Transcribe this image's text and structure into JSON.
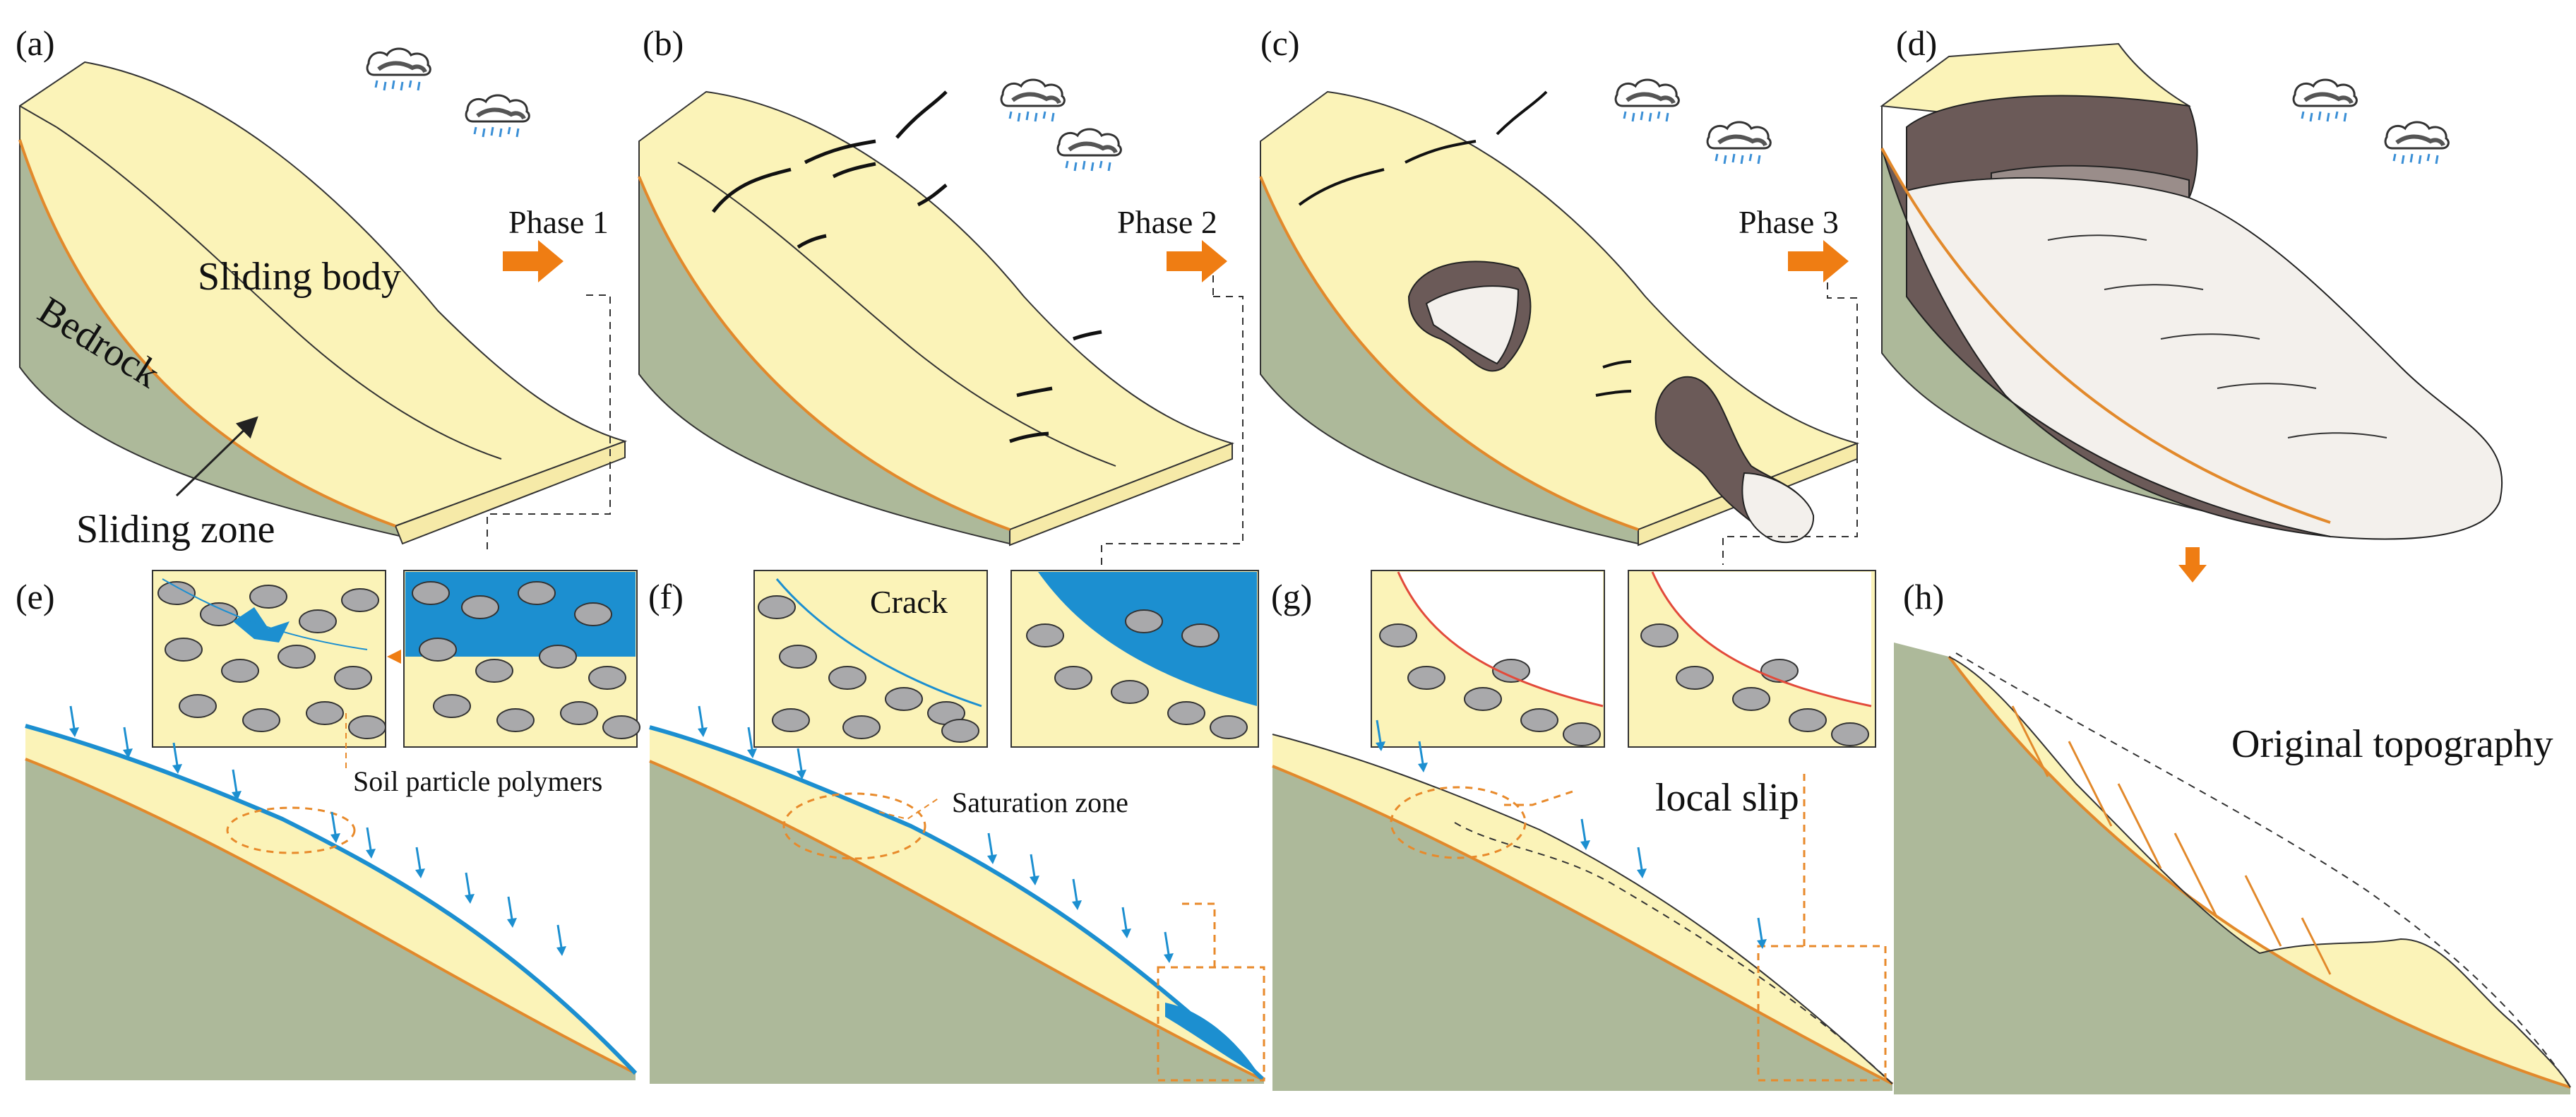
{
  "panels": {
    "a": "(a)",
    "b": "(b)",
    "c": "(c)",
    "d": "(d)",
    "e": "(e)",
    "f": "(f)",
    "g": "(g)",
    "h": "(h)"
  },
  "phases": {
    "p1": "Phase 1",
    "p2": "Phase 2",
    "p3": "Phase 3"
  },
  "labels": {
    "sliding_body": "Sliding body",
    "bedrock": "Bedrock",
    "sliding_zone": "Sliding zone",
    "crack": "Crack",
    "soil_particle_polymers": "Soil particle polymers",
    "saturation_zone": "Saturation zone",
    "local_slip": "local slip",
    "original_topography": "Original topography"
  },
  "colors": {
    "sliding_body": "#fbf3b8",
    "bedrock": "#adb99a",
    "sliding_zone": "#e2892b",
    "water": "#1c8fd0",
    "phase_arrow": "#ef7d13",
    "dashed_leader": "#e88a2b",
    "failed_mass_dark": "#6b5a58",
    "failed_mass_light": "#f3f0ec",
    "gravel": "#a9a9ab",
    "rain": "#3a8fd6"
  },
  "icons": [
    "rain-cloud-icon",
    "phase-arrow-icon",
    "rain-arrow-icon",
    "down-arrow-icon"
  ]
}
